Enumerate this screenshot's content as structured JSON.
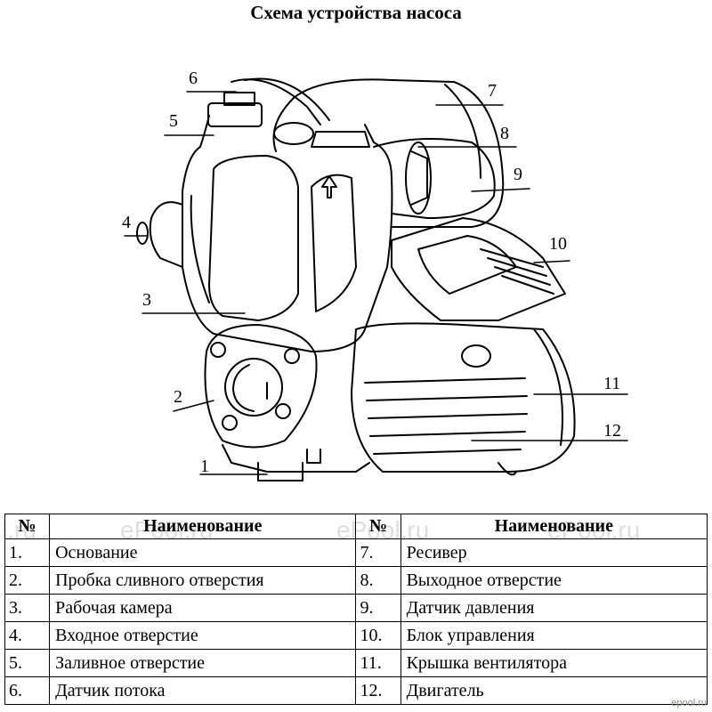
{
  "title": "Схема устройства насоса",
  "callouts": [
    "1",
    "2",
    "3",
    "4",
    "5",
    "6",
    "7",
    "8",
    "9",
    "10",
    "11",
    "12"
  ],
  "table": {
    "headers": [
      "№",
      "Наименование",
      "№",
      "Наименование"
    ],
    "rows": [
      {
        "n1": "1.",
        "name1": "Основание",
        "n2": "7.",
        "name2": "Ресивер"
      },
      {
        "n1": "2.",
        "name1": "Пробка сливного отверстия",
        "n2": "8.",
        "name2": "Выходное отверстие"
      },
      {
        "n1": "3.",
        "name1": "Рабочая камера",
        "n2": "9.",
        "name2": "Датчик давления"
      },
      {
        "n1": "4.",
        "name1": "Входное отверстие",
        "n2": "10.",
        "name2": "Блок управления"
      },
      {
        "n1": "5.",
        "name1": "Заливное отверстие",
        "n2": "11.",
        "name2": "Крышка вентилятора"
      },
      {
        "n1": "6.",
        "name1": "Датчик потока",
        "n2": "12.",
        "name2": "Двигатель"
      }
    ]
  },
  "watermarks": [
    "l.ru",
    "ePool.ru",
    "ePool.ru",
    "ePool.ru"
  ],
  "corner_mark": "epool.ru"
}
